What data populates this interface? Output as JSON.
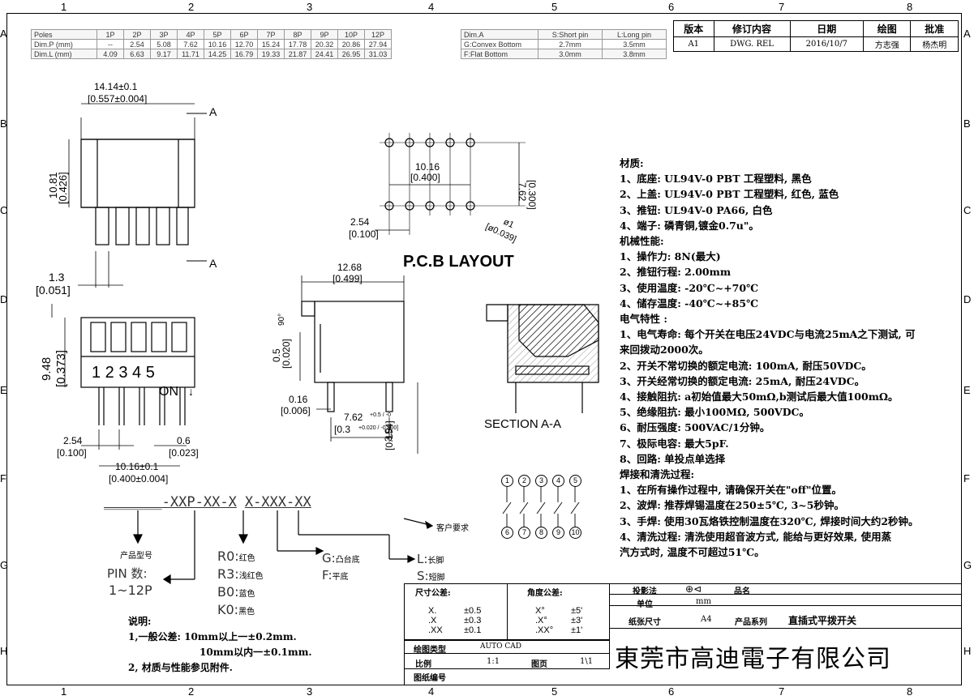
{
  "zones": {
    "columns": [
      "1",
      "2",
      "3",
      "4",
      "5",
      "6",
      "7",
      "8"
    ],
    "rows": [
      "A",
      "B",
      "C",
      "D",
      "E",
      "F",
      "G",
      "H"
    ]
  },
  "dim_table": {
    "headers": [
      "Poles",
      "1P",
      "2P",
      "3P",
      "4P",
      "5P",
      "6P",
      "7P",
      "8P",
      "9P",
      "10P",
      "12P"
    ],
    "rows": [
      [
        "Dim.P (mm)",
        "--",
        "2.54",
        "5.08",
        "7.62",
        "10.16",
        "12.70",
        "15.24",
        "17.78",
        "20.32",
        "20.86",
        "27.94"
      ],
      [
        "Dim.L (mm)",
        "4.09",
        "6.63",
        "9.17",
        "11.71",
        "14.25",
        "16.79",
        "19.33",
        "21.87",
        "24.41",
        "26.95",
        "31.03"
      ]
    ]
  },
  "pin_table": {
    "headers": [
      "Dim.A",
      "S:Short pin",
      "L:Long pin"
    ],
    "rows": [
      [
        "G:Convex Bottom",
        "2.7mm",
        "3.5mm"
      ],
      [
        "F:Flat Bottom",
        "3.0mm",
        "3.8mm"
      ]
    ]
  },
  "revision_table": {
    "headers": [
      "版本",
      "修订内容",
      "日期",
      "绘图",
      "批准"
    ],
    "rows": [
      [
        "A1",
        "DWG. REL",
        "2016/10/7",
        "方志强",
        "杨杰明"
      ]
    ]
  },
  "dims": {
    "top_width": "14.14±0.1",
    "top_width_in": "[0.557±0.004]",
    "section_mark": "A",
    "height": "10.81",
    "height_in": "[0.426]",
    "pitch_a": "1.3",
    "pitch_a_in": "[0.051]",
    "body_h": "9.48",
    "body_h_in": "[0.373]",
    "pin_pitch": "2.54",
    "pin_pitch_in": "[0.100]",
    "pin_w": "0.6",
    "pin_w_in": "[0.023]",
    "span": "10.16±0.1",
    "span_in": "[0.400±0.004]",
    "switch_numbers": "1 2 3 4 5",
    "on_label": "ON",
    "pcb_w": "10.16",
    "pcb_w_in": "[0.400]",
    "pcb_h": "7.62",
    "pcb_h_in": "[0.300]",
    "pcb_pitch": "2.54",
    "pcb_pitch_in": "[0.100]",
    "hole": "ø1",
    "hole_in": "[ø0.039]",
    "pcb_title": "P.C.B  LAYOUT",
    "side_w": "12.68",
    "side_w_in": "[0.499]",
    "angle": "90°",
    "side_t": "0.5",
    "side_t_in": "[0.020]",
    "side_g": "0.16",
    "side_g_in": "[0.006]",
    "side_row": "7.62",
    "side_row_tol": "+0.5 / -0",
    "side_row_in": "[0.3",
    "side_row_in_tol": "+0.020 / -0.000]",
    "side_pin": "3.9",
    "side_pin_in": "[0.154]",
    "section_label": "SECTION  A-A"
  },
  "circuit": {
    "top": [
      "1",
      "2",
      "3",
      "4",
      "5"
    ],
    "bottom": [
      "6",
      "7",
      "8",
      "9",
      "10"
    ]
  },
  "part_number": {
    "code": [
      "_______",
      "-XXP",
      "-XX",
      "-X",
      "X",
      "-XXX",
      "-XX"
    ],
    "customer": "客户要求",
    "product_model": "产品型号",
    "pin_label": "PIN 数:",
    "pin_range": "1~12P",
    "colors": [
      {
        "code": "R0:",
        "name": "红色"
      },
      {
        "code": "R3:",
        "name": "浅红色"
      },
      {
        "code": "B0:",
        "name": "蓝色"
      },
      {
        "code": "K0:",
        "name": "黑色"
      }
    ],
    "bottom": [
      {
        "code": "G:",
        "name": "凸台底"
      },
      {
        "code": "F:",
        "name": "平底"
      }
    ],
    "pin_len": [
      {
        "code": "L:",
        "name": "长脚"
      },
      {
        "code": "S:",
        "name": "短脚"
      }
    ]
  },
  "notes": {
    "title": "说明:",
    "lines": [
      "1,一般公差: 10mm以上一±0.2mm.",
      "10mm以内一±0.1mm.",
      "2, 材质与性能参见附件."
    ]
  },
  "specs": [
    {
      "text": "材质:",
      "head": true
    },
    {
      "text": "1、底座: UL94V-0 PBT 工程塑料, 黑色"
    },
    {
      "text": "2、上盖: UL94V-0 PBT 工程塑料, 红色, 蓝色"
    },
    {
      "text": "3、推钮: UL94V-0 PA66, 白色"
    },
    {
      "text": "4、端子: 磷青铜,镀金0.7u\"。"
    },
    {
      "text": "机械性能:",
      "head": true
    },
    {
      "text": "1、操作力: 8N(最大)"
    },
    {
      "text": "2、推钮行程: 2.00mm"
    },
    {
      "text": "3、使用温度: -20℃~+70℃"
    },
    {
      "text": "4、储存温度: -40℃~+85℃"
    },
    {
      "text": "电气特性 :",
      "head": true
    },
    {
      "text": "1、电气寿命: 每个开关在电压24VDC与电流25mA之下测试, 可"
    },
    {
      "text": "   来回拨动2000次。"
    },
    {
      "text": "2、开关不常切换的额定电流: 100mA, 耐压50VDC。"
    },
    {
      "text": "3、开关经常切换的额定电流: 25mA, 耐压24VDC。"
    },
    {
      "text": "4、接触阻抗: a初始值最大50mΩ,b测试后最大值100mΩ。"
    },
    {
      "text": "5、绝缘阻抗: 最小100MΩ, 500VDC。"
    },
    {
      "text": "6、耐压强度: 500VAC/1分钟。"
    },
    {
      "text": "7、极际电容: 最大5pF."
    },
    {
      "text": "8、回路: 单投点单选择"
    },
    {
      "text": "焊接和清洗过程:",
      "head": true
    },
    {
      "text": "1、在所有操作过程中, 请确保开关在\"off\"位置。"
    },
    {
      "text": "2、波焊: 推荐焊锡温度在250±5℃, 3~5秒钟。"
    },
    {
      "text": "3、手焊: 使用30瓦烙铁控制温度在320℃, 焊接时间大约2秒钟。"
    },
    {
      "text": "4、清洗过程: 清洗使用超音波方式, 能给与更好效果, 使用蒸"
    },
    {
      "text": "   汽方式时, 温度不可超过51℃。"
    }
  ],
  "title_block": {
    "tol_size": "尺寸公差:",
    "tol_angle": "角度公差:",
    "tols": [
      [
        "X.",
        "±0.5"
      ],
      [
        ".X",
        "±0.3"
      ],
      [
        ".XX",
        "±0.1"
      ]
    ],
    "angles": [
      [
        "X°",
        "±5'"
      ],
      [
        ".X°",
        "±3'"
      ],
      [
        ".XX°",
        "±1'"
      ]
    ],
    "projection": "投影法",
    "part_name": "品名",
    "unit_label": "单位",
    "unit": "mm",
    "sheet_label": "纸张尺寸",
    "sheet": "A4",
    "series_label": "产品系列",
    "series": "直插式平拨开关",
    "drawing_type_label": "绘图类型",
    "drawing_type": "AUTO CAD",
    "scale_label": "比例",
    "scale": "1:1",
    "page_label": "图页",
    "page": "1\\1",
    "drawing_no_label": "图纸编号",
    "company": "東莞市高迪電子有限公司"
  }
}
